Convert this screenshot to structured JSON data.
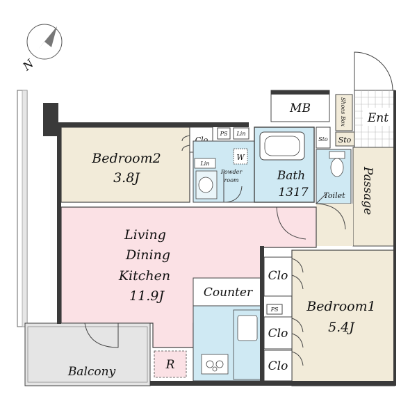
{
  "compass": {
    "north": "N"
  },
  "rooms": {
    "bedroom2": {
      "name": "Bedroom2",
      "size": "3.8J",
      "color": "#f2ebd9"
    },
    "bedroom1": {
      "name": "Bedroom1",
      "size": "5.4J",
      "color": "#f2ebd9"
    },
    "ldk": {
      "line1": "Living",
      "line2": "Dining",
      "line3": "Kitchen",
      "size": "11.9J",
      "color": "#fbe1e5"
    },
    "bath": {
      "name": "Bath",
      "size": "1317",
      "color": "#cfe9f3"
    },
    "powder": {
      "name_line1": "Powder",
      "name_line2": "room"
    },
    "passage": {
      "name": "Passage"
    },
    "balcony": {
      "name": "Balcony"
    },
    "entrance": {
      "name": "Ent"
    },
    "meter_box": {
      "name": "MB"
    },
    "toilet": {
      "name": "Toilet"
    },
    "counter": {
      "name": "Counter"
    },
    "fridge": {
      "name": "R"
    }
  },
  "storage": {
    "clo_bedroom2": "Clo",
    "clo_bedroom1_a": "Clo",
    "clo_bedroom1_b": "Clo",
    "clo_bedroom1_c": "Clo",
    "ps_top": "PS",
    "ps_mid": "PS",
    "lin_top": "Lin",
    "lin_powder": "Lin",
    "sto_toilet": "Sto",
    "sto_entrance": "Sto",
    "shoes_box": "Shoes Box",
    "washer": "W"
  }
}
